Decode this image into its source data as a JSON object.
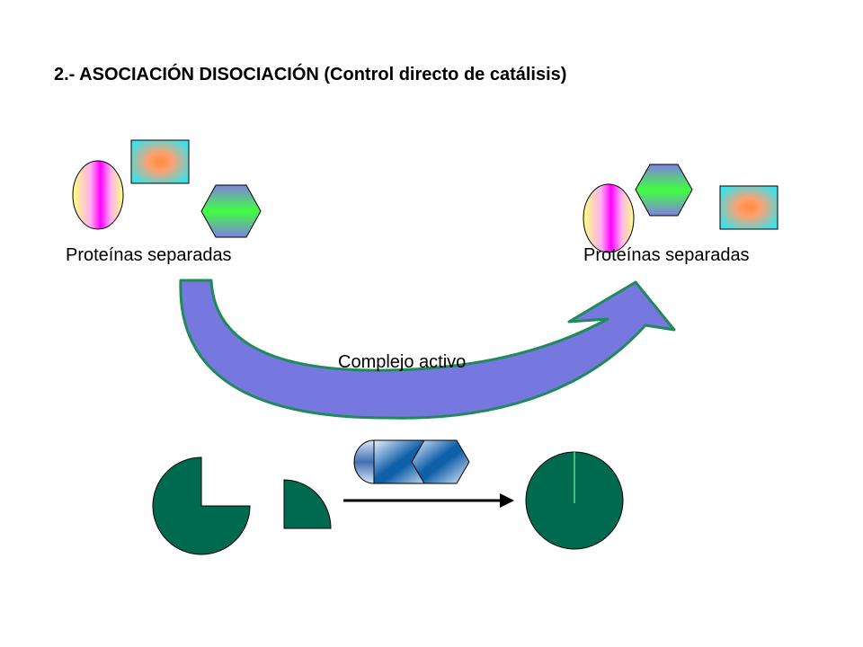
{
  "title": "2.- ASOCIACIÓN DISOCIACIÓN (Control directo de catálisis)",
  "labels": {
    "left": "Proteínas separadas",
    "right": "Proteínas separadas",
    "complex": "Complejo activo"
  },
  "colors": {
    "arrow_fill": "#7777e0",
    "arrow_stroke": "#1f8a5a",
    "dark_green": "#006a4e",
    "cyan": "#40e0e8",
    "orange": "#ff8c3a",
    "magenta": "#ff00ff",
    "yellow": "#ffff80",
    "green": "#40ff40",
    "purple": "#8080e0",
    "blue": "#1060a8"
  },
  "icons": [
    "oval-protein-icon",
    "square-protein-icon",
    "hexagon-protein-icon",
    "effector-molecule-icon"
  ]
}
